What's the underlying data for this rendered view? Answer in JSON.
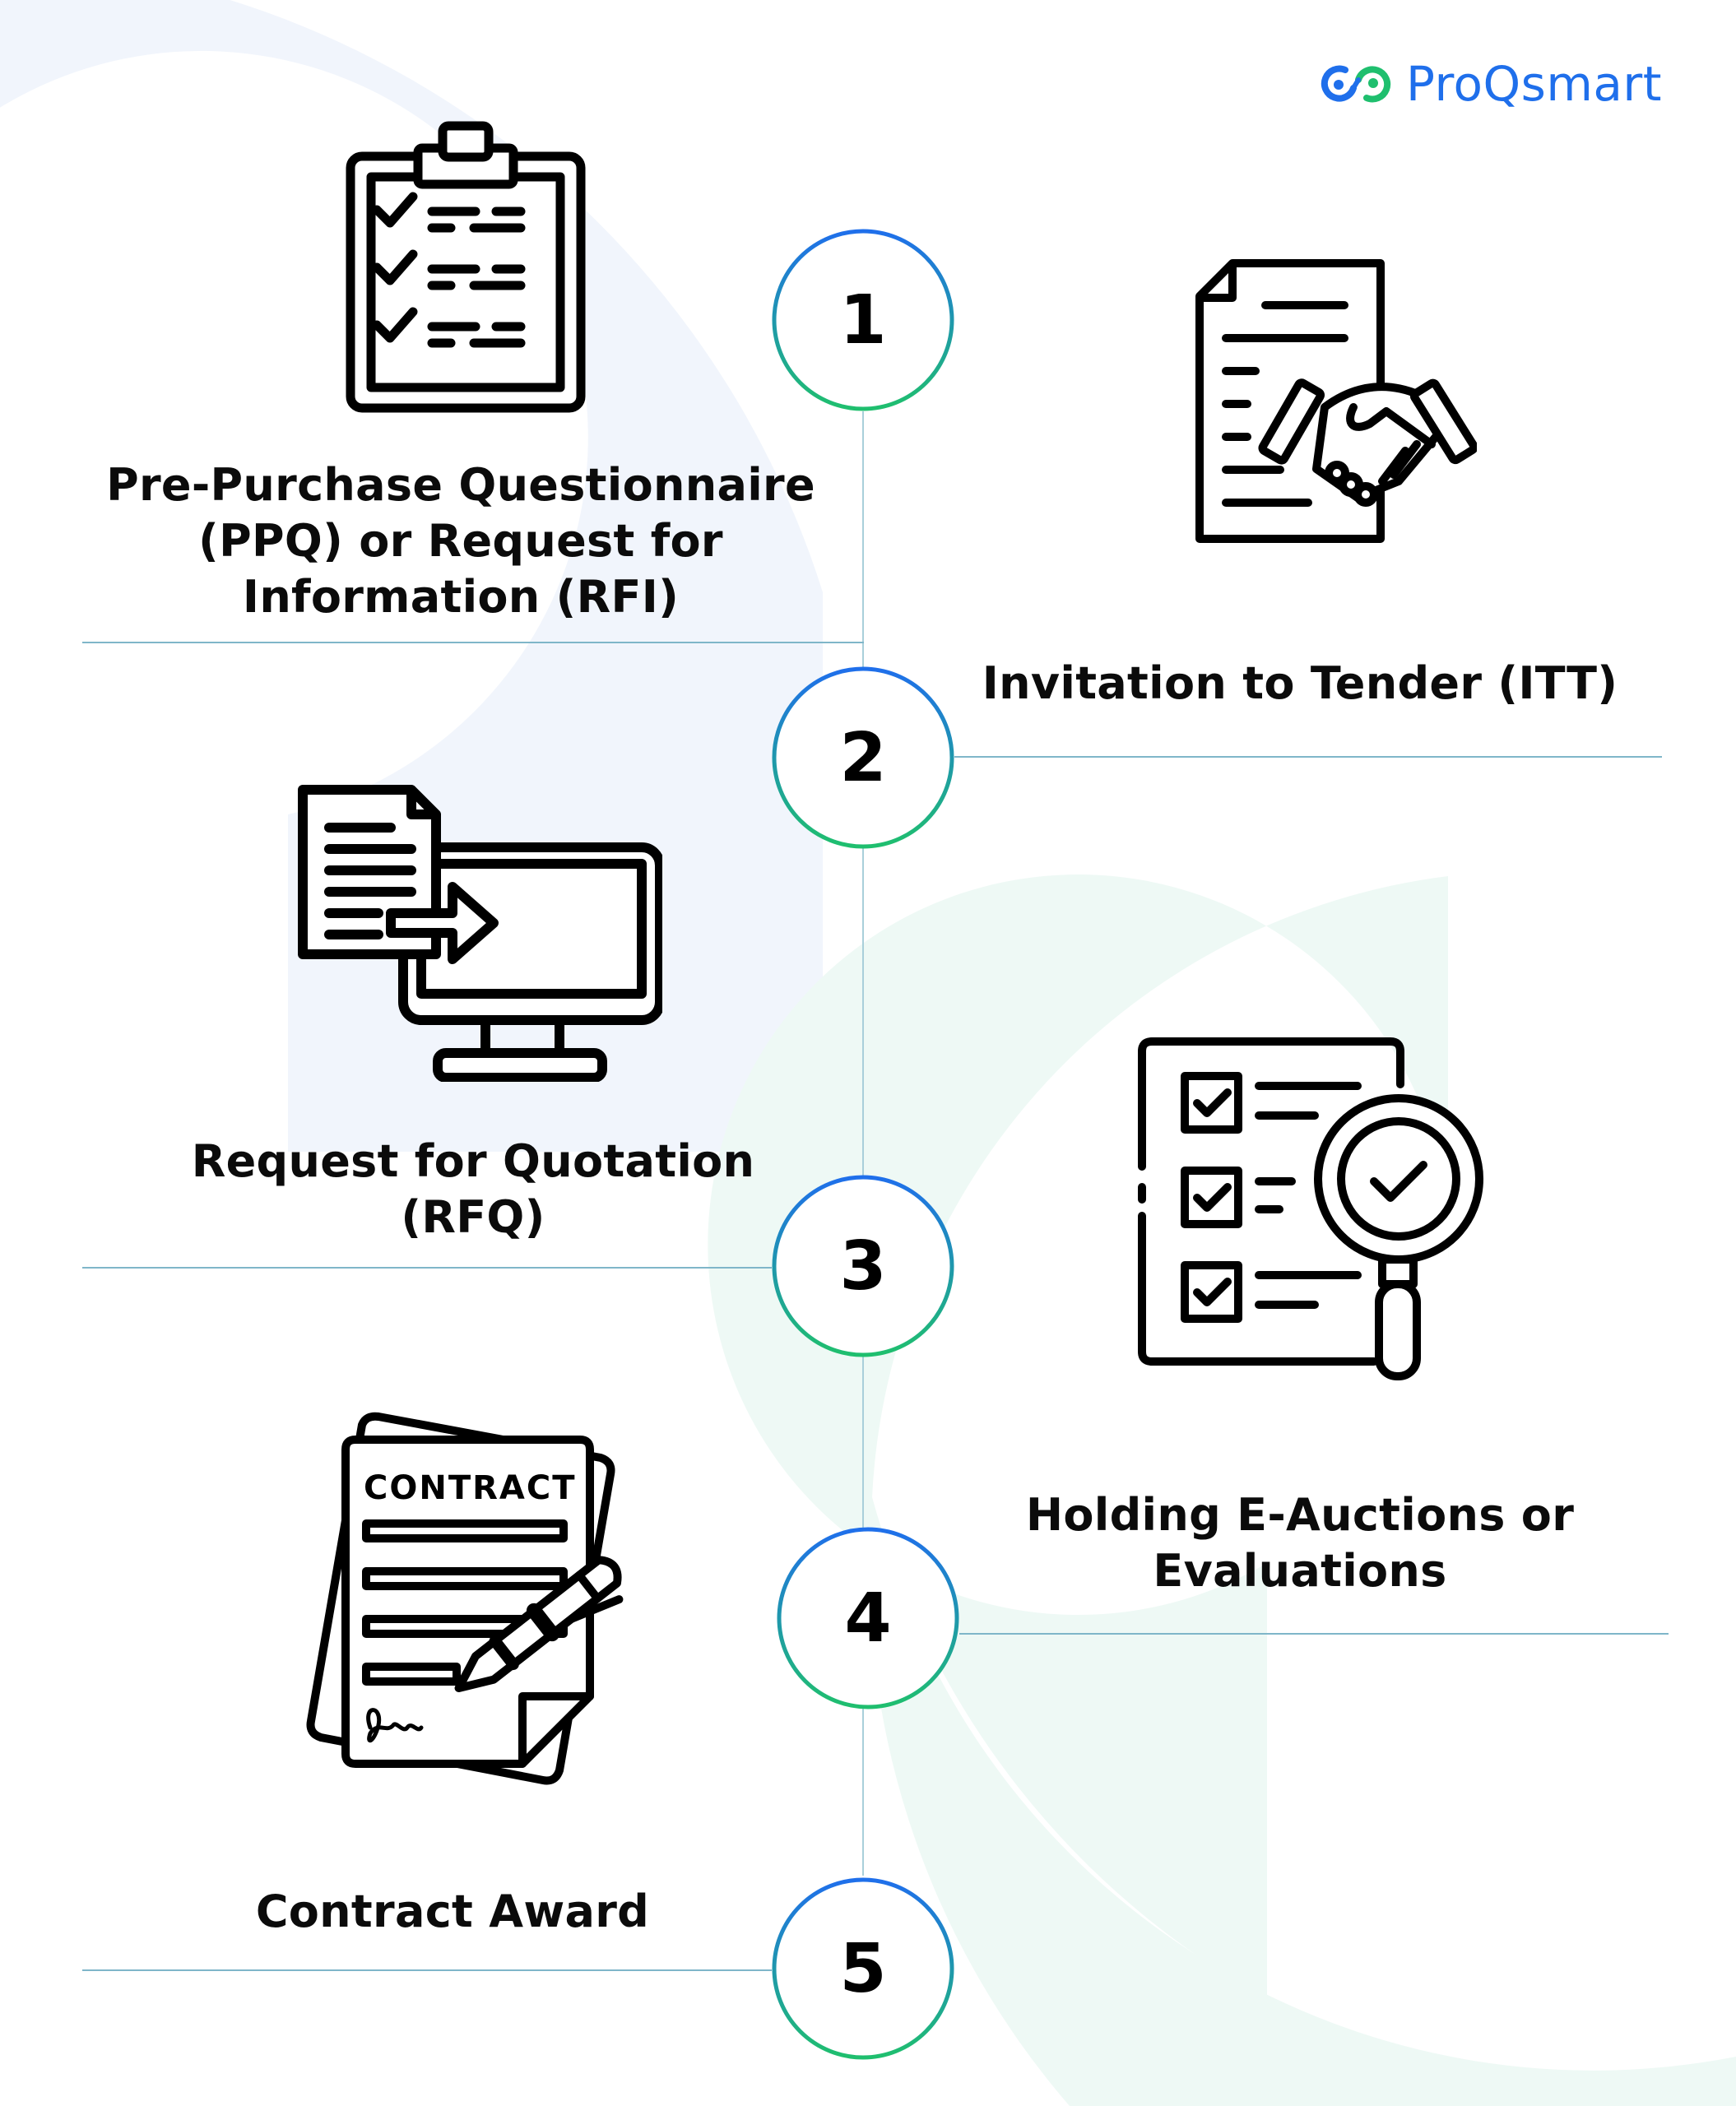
{
  "brand": {
    "name": "ProQsmart",
    "primary_color": "#1f6feb",
    "secondary_color": "#1fbf6e"
  },
  "theme": {
    "ring_gradient_top": "#1f6feb",
    "ring_gradient_bottom": "#1fbf6e",
    "connector_color": "#7fb6c9",
    "bg_blue_shape": "#f1f5fc",
    "bg_green_shape": "#eef9f5"
  },
  "steps": [
    {
      "number": "1",
      "label_lines": [
        "Pre-Purchase Questionnaire",
        "(PPQ) or Request for",
        "Information (RFI)"
      ],
      "icon": "clipboard-checklist-icon",
      "side": "left"
    },
    {
      "number": "2",
      "label_lines": [
        "Invitation to Tender (ITT)"
      ],
      "icon": "document-handshake-icon",
      "side": "right"
    },
    {
      "number": "3",
      "label_lines": [
        "Request for Quotation",
        "(RFQ)"
      ],
      "icon": "document-to-monitor-icon",
      "side": "left"
    },
    {
      "number": "4",
      "label_lines": [
        "Holding E-Auctions or",
        "Evaluations"
      ],
      "icon": "checklist-magnifier-icon",
      "side": "right"
    },
    {
      "number": "5",
      "label_lines": [
        "Contract Award"
      ],
      "icon": "contract-signing-icon",
      "side": "left"
    }
  ],
  "icon_texts": {
    "contract_heading": "CONTRACT"
  }
}
